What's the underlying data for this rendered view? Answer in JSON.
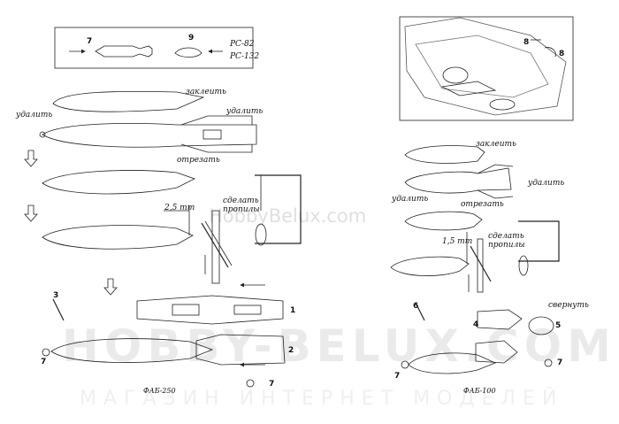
{
  "labels": {
    "rs82": "РС-82",
    "rs132": "РС-132",
    "zakleit_left": "заклеить",
    "udalit_left_top": "удалить",
    "udalit_left_mid": "удалить",
    "otrezat_left": "отрезать",
    "dim_left": "2,5 mm",
    "sdelat_left": "сделать",
    "propily_left": "пропилы",
    "zakleit_right": "заклеить",
    "udalit_right_a": "удалить",
    "udalit_right_b": "удалить",
    "otrezat_right": "отрезать",
    "dim_right": "1,5 mm",
    "sdelat_right": "сделать",
    "propily_right": "пропилы",
    "svernut": "свернуть"
  },
  "captions": {
    "left": "ФАБ-250",
    "right": "ФАБ-100"
  },
  "part_numbers": {
    "n7_top": "7",
    "n9_top": "9",
    "n8_a": "8",
    "n8_b": "8",
    "n1": "1",
    "n2": "2",
    "n3": "3",
    "n7_left": "7",
    "n7_left_bottom": "7",
    "n4": "4",
    "n5": "5",
    "n6": "6",
    "n7_right_a": "7",
    "n7_right_b": "7"
  },
  "watermarks": {
    "center": "HobbyBelux.com",
    "bottom": "HOBBY-BELUX.COM",
    "bottom_sub": "МАГАЗИН ИНТЕРНЕТ МОДЕЛЕЙ"
  }
}
